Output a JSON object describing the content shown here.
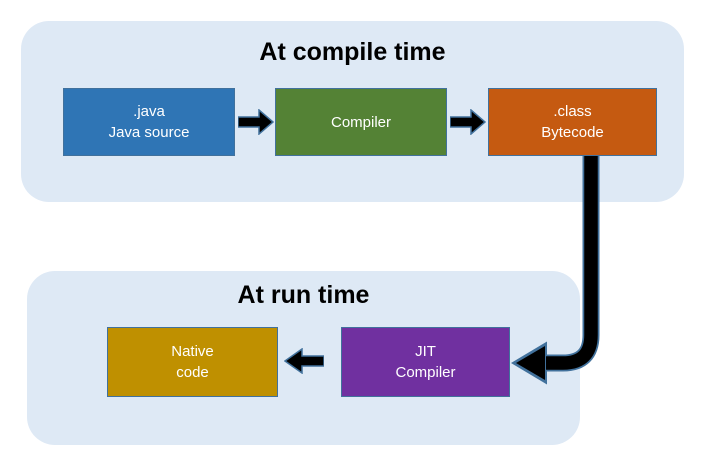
{
  "colors": {
    "panel": "#DEE9F5",
    "border": "#41719C",
    "arrow": "#000000",
    "java_box": "#2F75B5",
    "compiler_box": "#548235",
    "class_box": "#C55A11",
    "native_box": "#BF9000",
    "jit_box": "#7030A0",
    "title_text": "#000000",
    "box_text": "#FFFFFF"
  },
  "compile_section": {
    "title": "At compile time",
    "java_box": {
      "line1": ".java",
      "line2": "Java source"
    },
    "compiler_box": {
      "line1": "Compiler",
      "line2": ""
    },
    "class_box": {
      "line1": ".class",
      "line2": "Bytecode"
    }
  },
  "run_section": {
    "title": "At run time",
    "native_box": {
      "line1": "Native",
      "line2": "code"
    },
    "jit_box": {
      "line1": "JIT",
      "line2": "Compiler"
    }
  }
}
